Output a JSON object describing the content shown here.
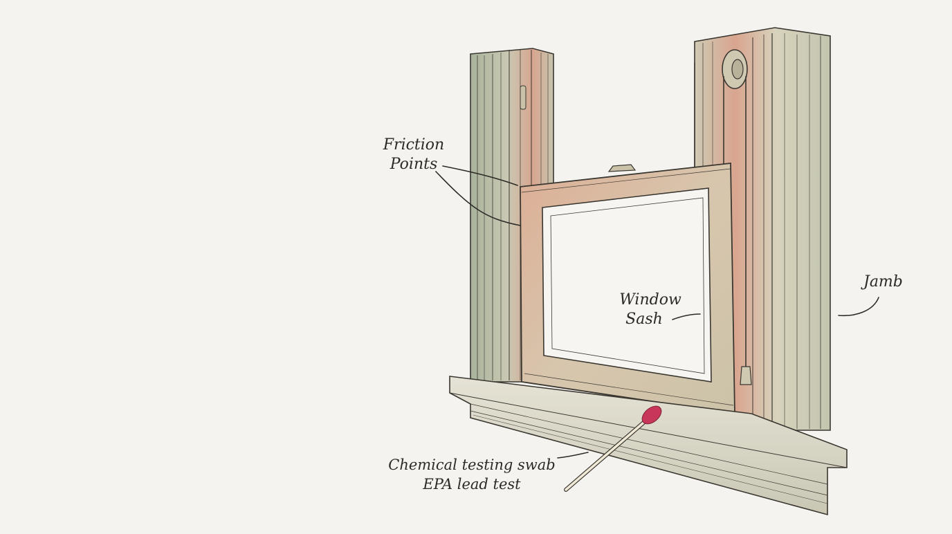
{
  "labels": {
    "friction_points": {
      "line1": "Friction",
      "line2": "Points"
    },
    "window_sash": {
      "line1": "Window",
      "line2": "Sash"
    },
    "jamb": {
      "line1": "Jamb"
    },
    "swab": {
      "line1": "Chemical testing swab",
      "line2": "EPA lead test"
    }
  },
  "colors": {
    "background": "#f4f3ef",
    "wood_light": "#d9d3bf",
    "wood_green": "#b9bfa6",
    "wood_rose": "#d9a58f",
    "ink": "#3a3630",
    "swab_tip": "#c8375a"
  }
}
